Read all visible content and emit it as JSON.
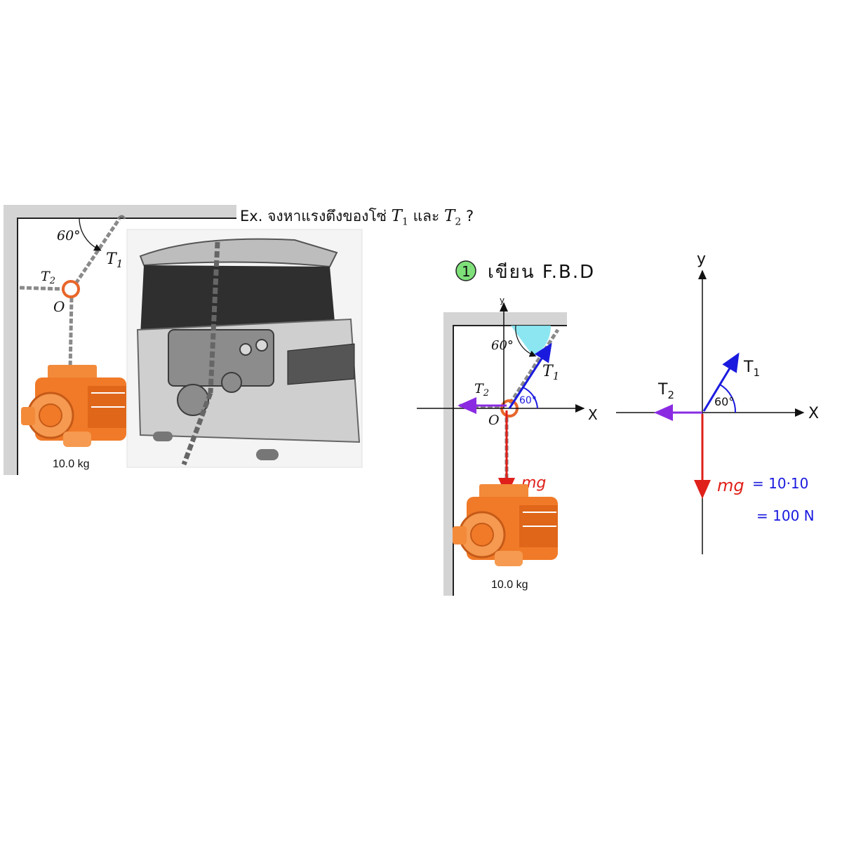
{
  "problem": {
    "prefix": "Ex.",
    "question_before": "จงหาแรงตึงของโซ่",
    "t1_sym": "T",
    "t1_sub": "1",
    "conj": "และ",
    "t2_sym": "T",
    "t2_sub": "2",
    "question_end": "?"
  },
  "figure": {
    "angle": "60°",
    "t1_sym": "T",
    "t1_sub": "1",
    "t2_sym": "T",
    "t2_sub": "2",
    "point": "O",
    "mass": "10.0 kg"
  },
  "step": {
    "number": "1",
    "text": "เขียน  F.B.D"
  },
  "fbd_left": {
    "angle_outer": "60°",
    "angle_inner": "60°",
    "t1_sym": "T",
    "t1_sub": "1",
    "t2_sym": "T",
    "t2_sub": "2",
    "point": "O",
    "y_axis": "y",
    "x_axis": "X",
    "weight": "mg",
    "mass": "10.0 kg"
  },
  "fbd_right": {
    "y_axis": "y",
    "x_axis": "X",
    "t1_sym": "T",
    "t1_sub": "1",
    "t2_sym": "T",
    "t2_sub": "2",
    "angle": "60°",
    "weight": "mg",
    "calc_line1": "= 10·10",
    "calc_line2": "= 100 N"
  },
  "colors": {
    "t1_arrow": "#1a1adf",
    "t2_arrow": "#8a2be2",
    "mg_arrow": "#e0201a",
    "engine": "#f07a28",
    "ring": "#e8662a",
    "step_badge": "#7fe07a",
    "angle_fill": "#7fe3f0",
    "calc_text": "#1a1adf"
  }
}
